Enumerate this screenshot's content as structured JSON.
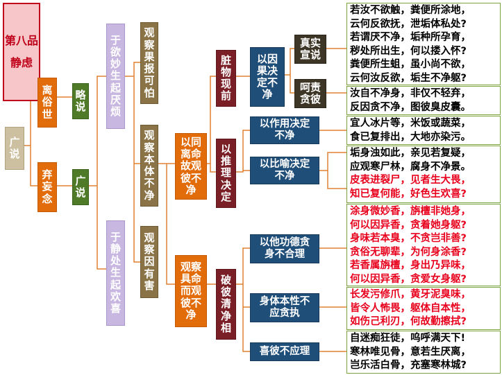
{
  "title": {
    "line1": "第八品",
    "line2": "静虑"
  },
  "nodes": {
    "guangshuo_root": "广说",
    "lisushi": "离俗世",
    "qiwangnian": "弃妄念",
    "lueshuo": "略说",
    "guangshuo2": "广说",
    "yuyumiao": "于欲妙生起厌烦",
    "yujingchu": "于静处生起欢喜",
    "guancha_guobao": "观察果报可怕",
    "guancha_benti": "观察本体不净",
    "guancha_yinyouhai": "观察因有害",
    "yitongliming": "以同离命故观彼不净",
    "guanchajuming": "观察具命而观彼不净",
    "zangwu": "脏物现前",
    "yituili": "以推理决定",
    "pobiqingjing": "破彼清净相",
    "yiyinguo": "以因果决定不净",
    "yizuoyong": "以作用决定不净",
    "yibiyu": "以比喻决定不净",
    "zhenshi": "真实宣说",
    "hezetanbi": "呵责贪彼",
    "yitagongde": "以他功德贪身不合理",
    "shentibenxing": "身体本性不应贪执",
    "xibibuyingli": "喜彼不应理"
  },
  "verses": {
    "v1": [
      "若汝不欲触，粪便所涂地，",
      "云何反欲抚，泄垢体私处?",
      "若谓厌不净，垢种所孕育，",
      "秽处所出生，何以搂入怀?",
      "粪便所生蛆，虽小尚不欲，",
      "云何汝反欲，垢生不净躯?"
    ],
    "v2": [
      "汝自不净身，非仅不轻弃，",
      "反因贪不净，图彼臭皮囊。"
    ],
    "v3": [
      "宜人冰片等，米饭或蔬菜，",
      "食已复排出，大地亦染污。"
    ],
    "v4a": [
      "垢身浊如此，亲见若复疑，",
      "应观寒尸林，腐身不净景。"
    ],
    "v4b": [
      "皮表进裂尸，见者生大畏，",
      "知已复何能，好色生欢喜?"
    ],
    "v5": [
      "涂身微妙香，旃檀非她身，",
      "何以因异香，贪着她身躯?",
      "身味若本臭，不贪岂非善?",
      "贪俗无聊辈，为何身涂香?",
      "若香属旃檀，身出乃异味，",
      "何以因异香，贪爱女身躯?"
    ],
    "v6": [
      "长发污修爪，黄牙泥臭味，",
      "皆令人怖畏，躯体自本性，",
      "如伤己利刃，何故勤擦拭?"
    ],
    "v7": [
      "自迷痴狂徒，呜呼满天下!",
      "寒林唯见骨，意若生厌离，",
      "岂乐活白骨，充塞寒林城?"
    ]
  },
  "colors": {
    "beige": "#ccc0a0",
    "orange": "#e36c0a",
    "green": "#4f7a28",
    "lilac": "#c8b7e0",
    "brown": "#8a7346",
    "maroon": "#7b1f27",
    "navy": "#1f4e79",
    "dark": "#3d3526",
    "line": "#e08030",
    "verse_border": "#7aa33e",
    "red_text": "#e8001d",
    "title_border": "#c0001a"
  }
}
